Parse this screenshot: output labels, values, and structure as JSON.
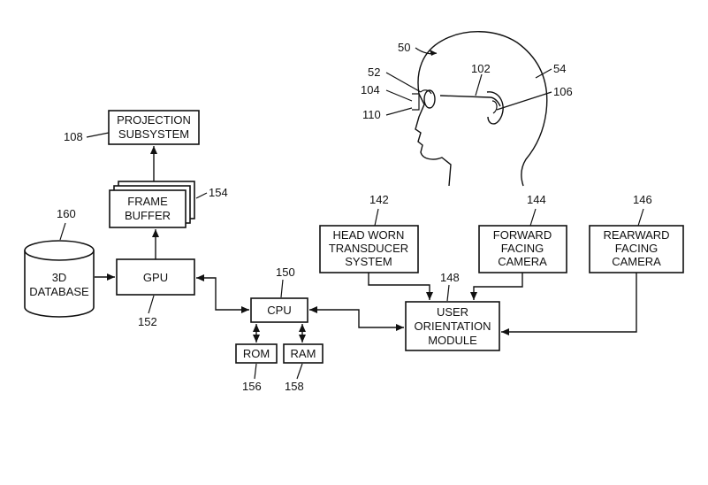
{
  "diagram": {
    "projection_subsystem": {
      "lines": [
        "PROJECTION",
        "SUBSYSTEM"
      ],
      "ref": "108"
    },
    "frame_buffer": {
      "lines": [
        "FRAME",
        "BUFFER"
      ],
      "ref": "154"
    },
    "database": {
      "lines": [
        "3D",
        "DATABASE"
      ],
      "ref": "160"
    },
    "gpu": {
      "lines": [
        "GPU"
      ],
      "ref": "152"
    },
    "cpu": {
      "lines": [
        "CPU"
      ],
      "ref": "150"
    },
    "rom": {
      "lines": [
        "ROM"
      ],
      "ref": "156"
    },
    "ram": {
      "lines": [
        "RAM"
      ],
      "ref": "158"
    },
    "head_worn_transducer": {
      "lines": [
        "HEAD WORN",
        "TRANSDUCER",
        "SYSTEM"
      ],
      "ref": "142"
    },
    "forward_camera": {
      "lines": [
        "FORWARD",
        "FACING",
        "CAMERA"
      ],
      "ref": "144"
    },
    "rearward_camera": {
      "lines": [
        "REARWARD",
        "FACING",
        "CAMERA"
      ],
      "ref": "146"
    },
    "user_orientation_module": {
      "lines": [
        "USER",
        "ORIENTATION",
        "MODULE"
      ],
      "ref": "148"
    },
    "head_refs": {
      "user": "50",
      "frame": "52",
      "head": "54",
      "display": "102",
      "lens": "104",
      "speaker": "106",
      "camera": "110"
    }
  }
}
